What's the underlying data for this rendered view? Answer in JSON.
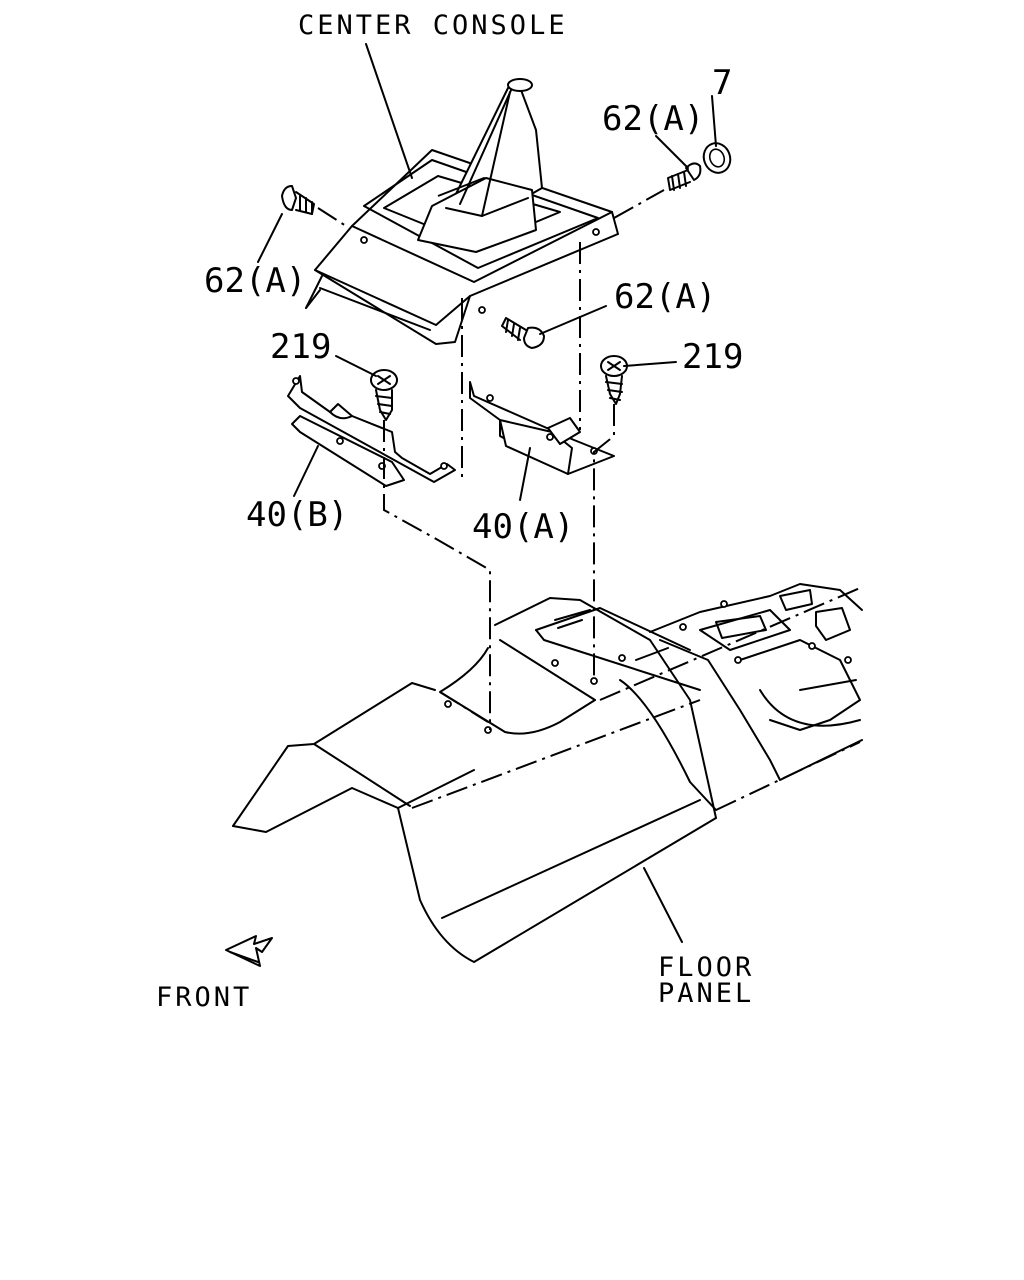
{
  "labels": {
    "center_console": "CENTER CONSOLE",
    "clip_top_right": "62(A)",
    "clip_top_left": "62(A)",
    "clip_middle": "62(A)",
    "cap": "7",
    "screw_left": "219",
    "screw_right": "219",
    "bracket_left": "40(B)",
    "bracket_right": "40(A)",
    "floor_panel_line1": "FLOOR",
    "floor_panel_line2": "PANEL",
    "front": "FRONT"
  },
  "icons": {
    "front_arrow": "front-arrow-icon"
  }
}
